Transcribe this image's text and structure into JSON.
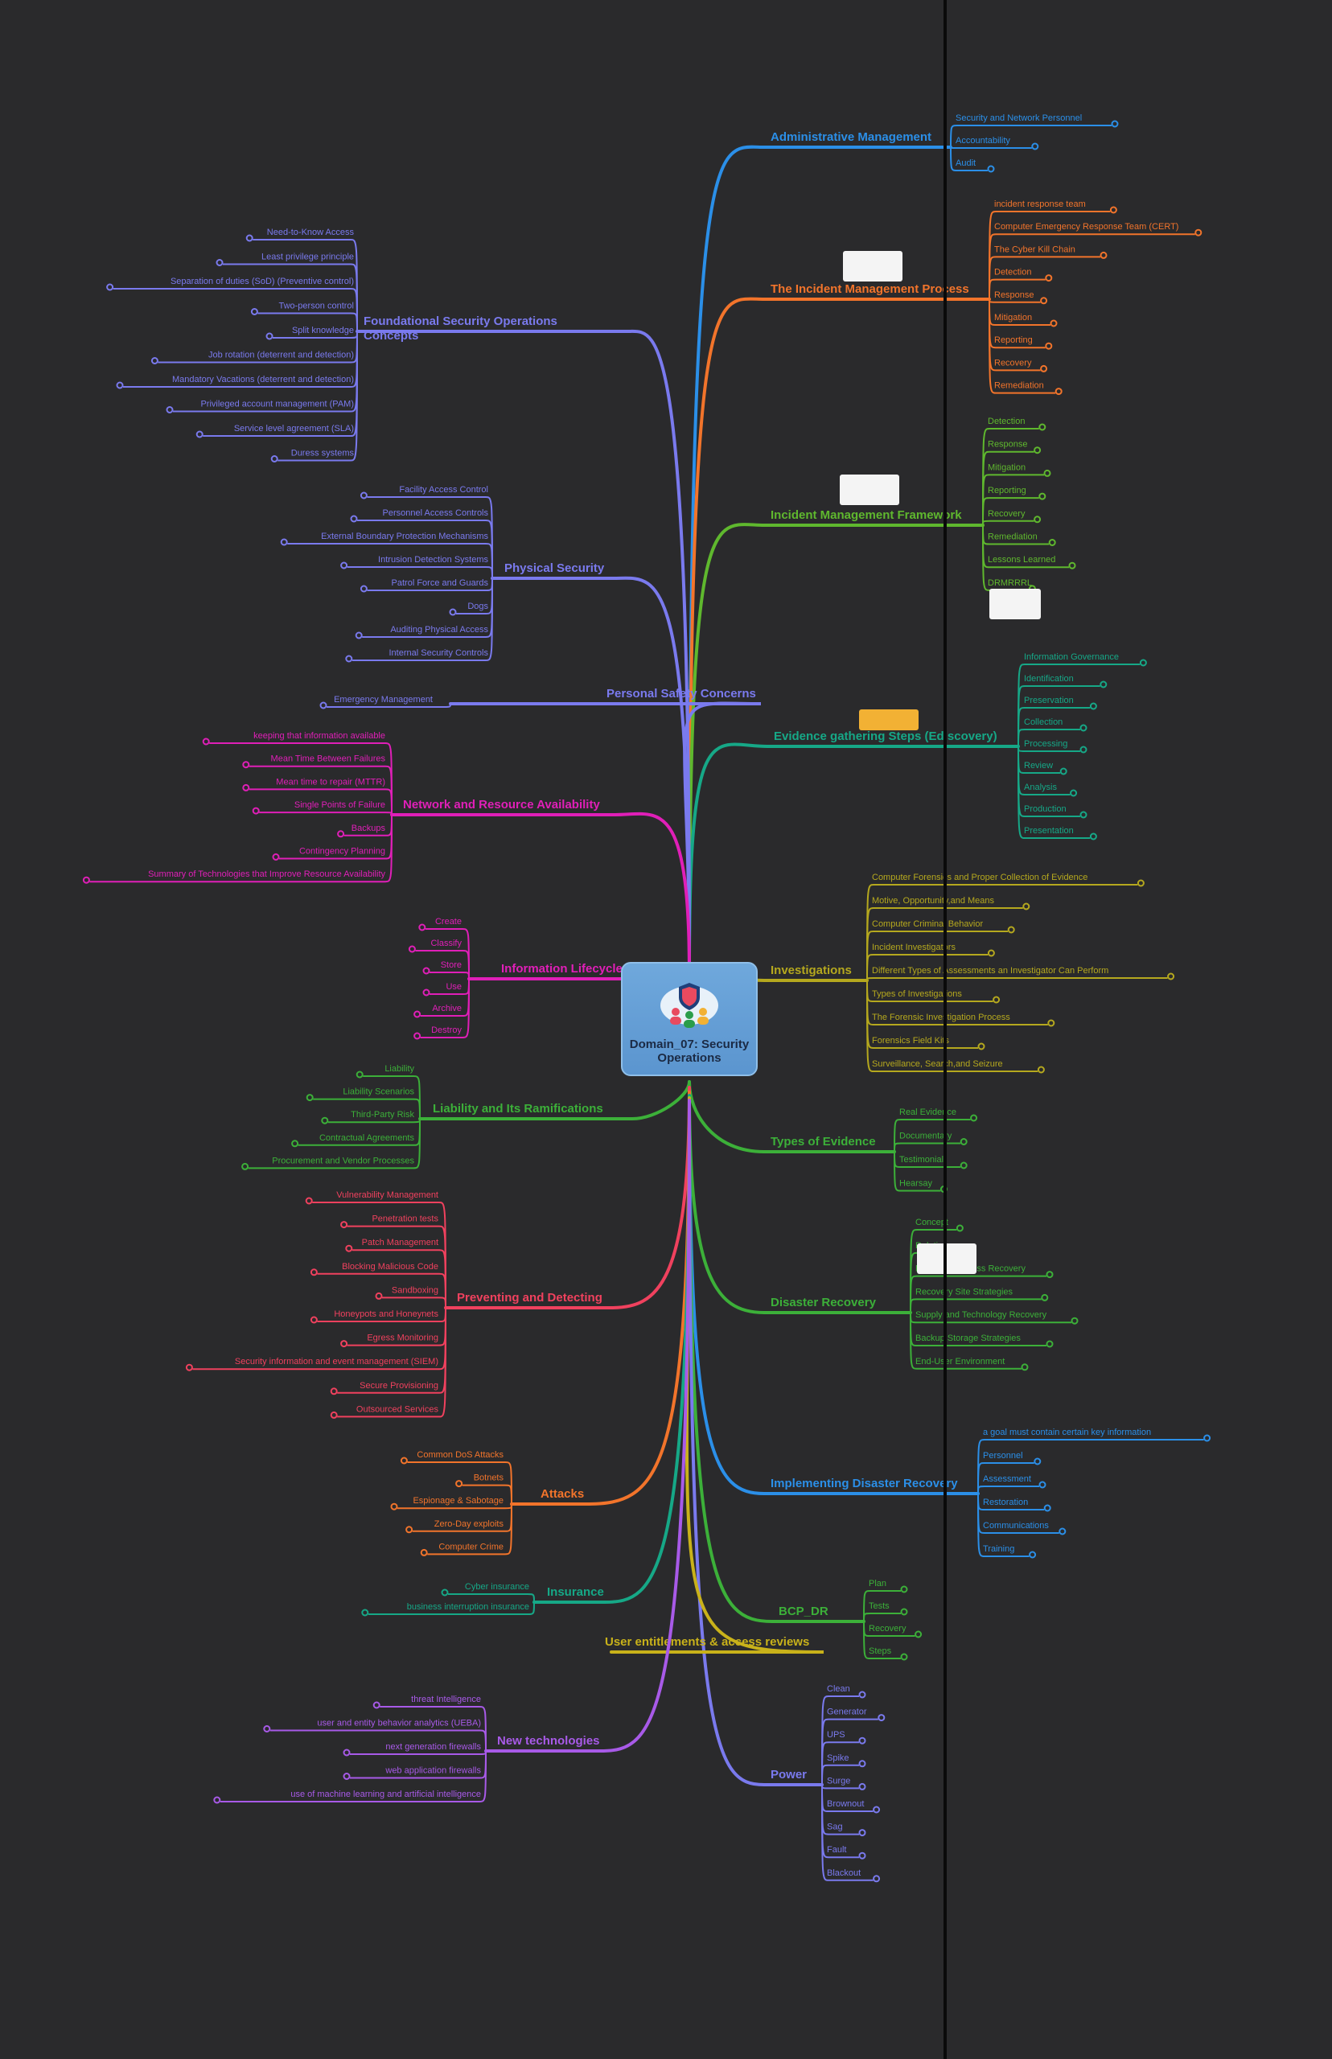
{
  "central_topic": "Domain_07: Security Operations",
  "colors": {
    "background": "#2a2a2c"
  },
  "right_branches": [
    {
      "label": "Administrative Management",
      "color": "#2b8fe8",
      "children": [
        "Security and Network Personnel",
        "Accountability",
        "Audit"
      ]
    },
    {
      "label": "The Incident Management Process",
      "color": "#f2742b",
      "children": [
        "incident response team",
        "Computer Emergency Response Team (CERT)",
        "The Cyber Kill Chain",
        "Detection",
        "Response",
        "Mitigation",
        "Reporting",
        "Recovery",
        "Remediation"
      ]
    },
    {
      "label": "Incident Management Framework",
      "color": "#5fb82e",
      "children": [
        "Detection",
        "Response",
        "Mitigation",
        "Reporting",
        "Recovery",
        "Remediation",
        "Lessons Learned",
        "DRMRRRL"
      ]
    },
    {
      "label": "Evidence gathering Steps (Ediscovery)",
      "color": "#16a887",
      "children": [
        "Information Governance",
        "Identification",
        "Preservation",
        "Collection",
        "Processing",
        "Review",
        "Analysis",
        "Production",
        "Presentation"
      ]
    },
    {
      "label": "Investigations",
      "color": "#b5a81e",
      "children": [
        "Computer Forensics and Proper Collection of Evidence",
        "Motive, Opportunity,and Means",
        "Computer Criminal Behavior",
        "Incident Investigators",
        "Different Types of Assessments an Investigator Can Perform",
        "Types of Investigations",
        "The Forensic Investigation Process",
        "Forensics Field Kits",
        "Surveillance, Search,and Seizure"
      ]
    },
    {
      "label": "Types of Evidence",
      "color": "#3cb039",
      "children": [
        "Real Evidence",
        "Documentary",
        "Testimonial",
        "Hearsay"
      ]
    },
    {
      "label": "Disaster Recovery",
      "color": "#3cb039",
      "children": [
        "Concept",
        "Relation",
        "Business Process Recovery",
        "Recovery Site Strategies",
        "Supply and Technology Recovery",
        "Backup Storage Strategies",
        "End-User Environment"
      ]
    },
    {
      "label": "Implementing Disaster Recovery",
      "color": "#2b8fe8",
      "children": [
        "a goal must contain certain key information",
        "Personnel",
        "Assessment",
        "Restoration",
        "Communications",
        "Training"
      ]
    },
    {
      "label": "BCP_DR",
      "color": "#3cb039",
      "children": [
        "Plan",
        "Tests",
        "Recovery",
        "Steps"
      ]
    },
    {
      "label": "Power",
      "color": "#7a7aee",
      "children": [
        "Clean",
        "Generator",
        "UPS",
        "Spike",
        "Surge",
        "Brownout",
        "Sag",
        "Fault",
        "Blackout"
      ]
    }
  ],
  "left_branches": [
    {
      "label": "Foundational Security Operations Concepts",
      "color": "#7a7aee",
      "children": [
        "Need-to-Know Access",
        "Least privilege principle",
        "Separation of duties (SoD) (Preventive control)",
        "Two-person control",
        "Split knowledge",
        "Job rotation (deterrent and detection)",
        "Mandatory Vacations (deterrent and detection)",
        "Privileged account management (PAM)",
        "Service level agreement (SLA)",
        "Duress systems"
      ]
    },
    {
      "label": "Physical Security",
      "color": "#7a7aee",
      "children": [
        "Facility Access Control",
        "Personnel Access Controls",
        "External Boundary Protection Mechanisms",
        "Intrusion Detection Systems",
        "Patrol Force and Guards",
        "Dogs",
        "Auditing Physical Access",
        "Internal Security Controls"
      ]
    },
    {
      "label": "Personal Safety Concerns",
      "color": "#7a7aee",
      "children": [
        "Emergency Management"
      ]
    },
    {
      "label": "Network and Resource Availability",
      "color": "#e01fb8",
      "children": [
        "keeping that information available",
        "Mean Time Between Failures",
        "Mean time to repair (MTTR)",
        "Single Points of Failure",
        "Backups",
        "Contingency Planning",
        "Summary of Technologies that Improve Resource Availability"
      ]
    },
    {
      "label": "Information Lifecycle",
      "color": "#e01fb8",
      "children": [
        "Create",
        "Classify",
        "Store",
        "Use",
        "Archive",
        "Destroy"
      ]
    },
    {
      "label": "Liability and Its Ramifications",
      "color": "#3cb039",
      "children": [
        "Liability",
        "Liability Scenarios",
        "Third-Party Risk",
        "Contractual Agreements",
        "Procurement and Vendor Processes"
      ]
    },
    {
      "label": "Preventing and Detecting",
      "color": "#f0415e",
      "children": [
        "Vulnerability Management",
        "Penetration tests",
        "Patch Management",
        "Blocking Malicious Code",
        "Sandboxing",
        "Honeypots and Honeynets",
        "Egress Monitoring",
        "Security information and event management (SIEM)",
        "Secure Provisioning",
        "Outsourced Services"
      ]
    },
    {
      "label": "Attacks",
      "color": "#f2742b",
      "children": [
        "Common DoS Attacks",
        "Botnets",
        "Espionage & Sabotage",
        "Zero-Day exploits",
        "Computer Crime"
      ]
    },
    {
      "label": "Insurance",
      "color": "#16a887",
      "children": [
        "Cyber insurance",
        "business interruption insurance"
      ]
    },
    {
      "label": "User entitlements & access reviews",
      "color": "#c9b21a",
      "children": []
    },
    {
      "label": "New technologies",
      "color": "#a85ae8",
      "children": [
        "threat Intelligence",
        "user and entity behavior analytics (UEBA)",
        "next generation firewalls",
        "web application firewalls",
        "use of machine learning and artificial intelligence"
      ]
    }
  ]
}
